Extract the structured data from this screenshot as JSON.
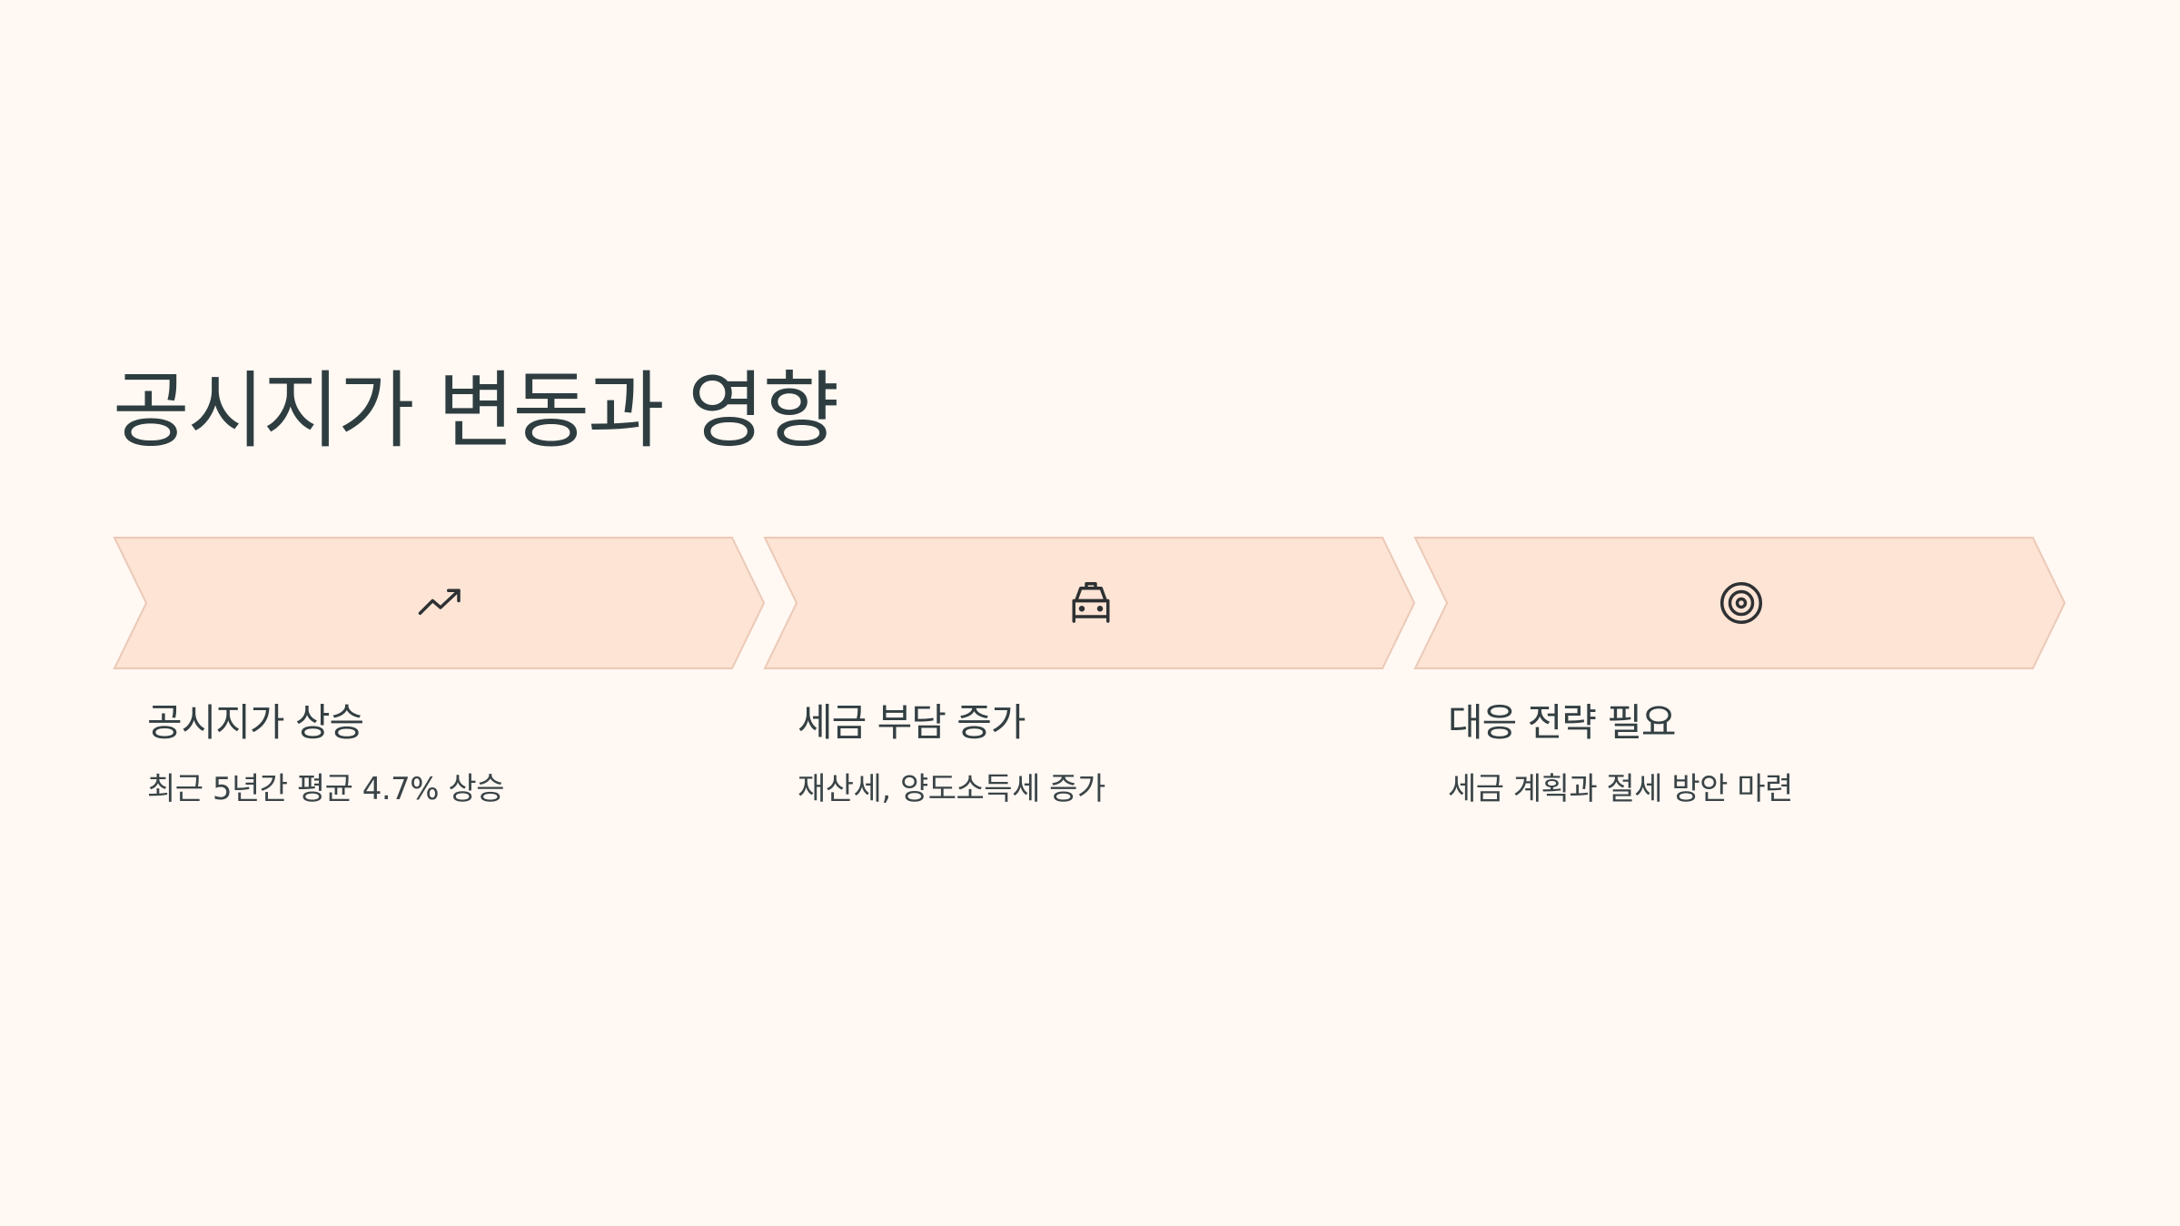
{
  "slide": {
    "title": "공시지가 변동과 영향"
  },
  "colors": {
    "background": "#fff8f3",
    "chevron_fill": "#fde4d5",
    "chevron_stroke": "#ecc9b6",
    "text_dark": "#2e3d40"
  },
  "steps": [
    {
      "icon": "trending-up-icon",
      "title": "공시지가 상승",
      "description": "최근 5년간 평균 4.7% 상승"
    },
    {
      "icon": "taxi-icon",
      "title": "세금 부담 증가",
      "description": "재산세, 양도소득세 증가"
    },
    {
      "icon": "target-icon",
      "title": "대응 전략 필요",
      "description": "세금 계획과 절세 방안 마련"
    }
  ]
}
